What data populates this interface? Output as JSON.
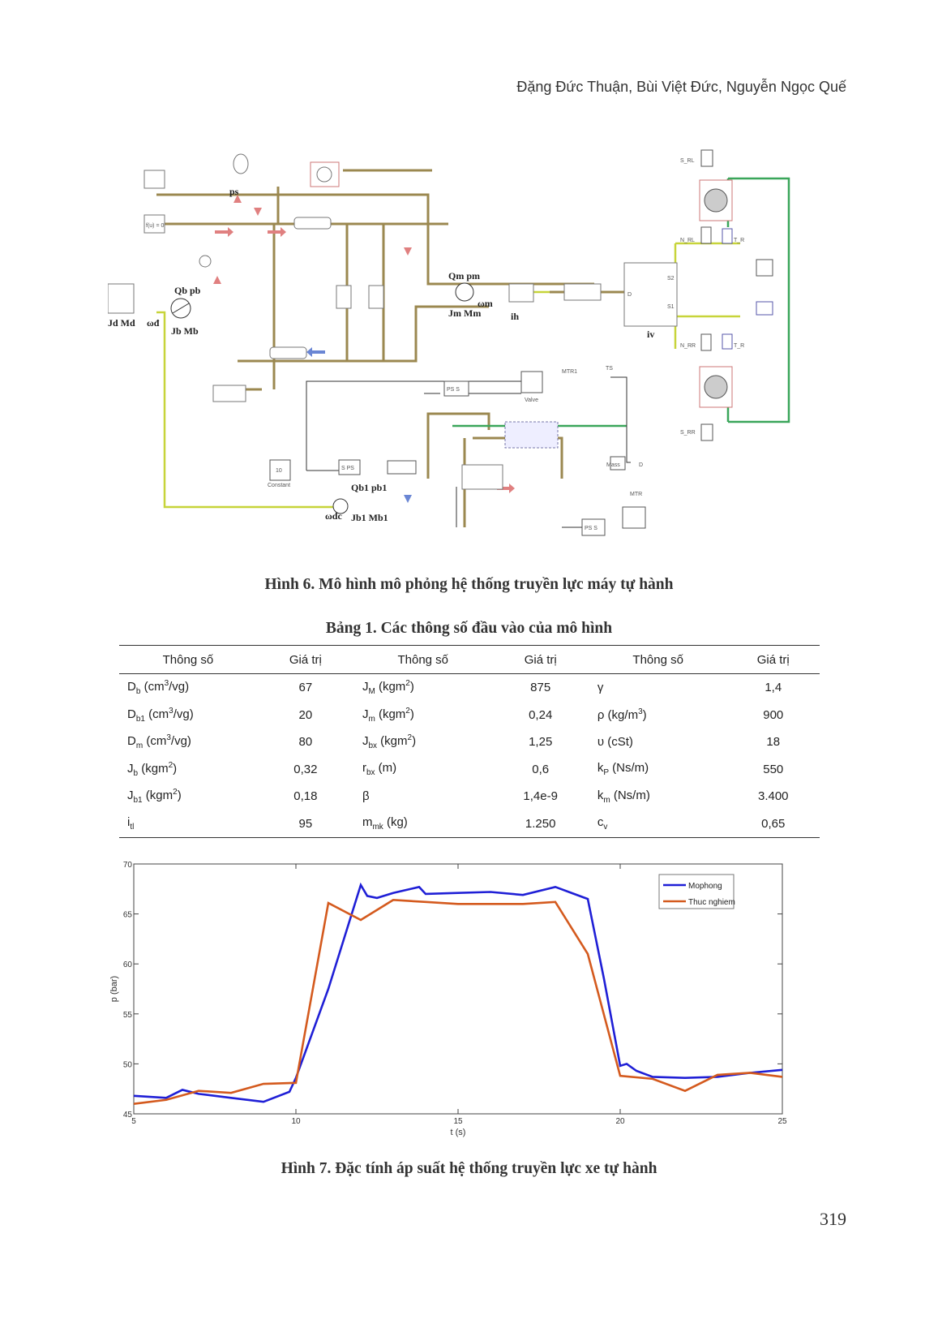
{
  "header": {
    "authors": "Đặng Đức Thuận, Bùi Việt Đức, Nguyễn Ngọc Quế"
  },
  "figure6": {
    "caption": "Hình 6. Mô hình mô phỏng hệ thống truyền lực máy tự hành",
    "labels": {
      "ps": "ps",
      "qb_pb": "Qb pb",
      "jd_md": "Jd Md",
      "omega_d": "ωđ",
      "jb_mb": "Jb Mb",
      "qm_pm": "Qm pm",
      "omega_m": "ωm",
      "jm_mm": "Jm Mm",
      "ih": "ih",
      "iv": "iv",
      "s_rl": "S_RL",
      "n_rl": "N_RL",
      "t_r1": "T_R",
      "n_rr": "N_RR",
      "t_r2": "T_R",
      "s_rr": "S_RR",
      "s2": "S2",
      "s1": "S1",
      "d_port": "D",
      "ps_s1": "PS S",
      "valve": "Valve",
      "mtr1": "MTR1",
      "ts": "TS",
      "constant_value": "10",
      "constant": "Constant",
      "s_ps": "S PS",
      "qb1_pb1": "Qb1 pb1",
      "omega_dc": "ωdc",
      "jb1_mb1": "Jb1 Mb1",
      "mass": "Mass",
      "d2": "D",
      "mtr": "MTR",
      "ps_s2": "PS S",
      "f_u": "f(u) = 0"
    }
  },
  "table": {
    "title": "Bảng 1. Các thông số đầu vào của mô hình",
    "headers": [
      "Thông số",
      "Giá trị",
      "Thông số",
      "Giá trị",
      "Thông số",
      "Giá trị"
    ],
    "rows": [
      [
        {
          "b": "D",
          "s": "b",
          "r": " (cm",
          "p": "3",
          "e": "/vg)"
        },
        "67",
        {
          "b": "J",
          "s": "M",
          "r": " (kgm",
          "p": "2",
          "e": ")"
        },
        "875",
        {
          "b": "γ",
          "s": "",
          "r": "",
          "p": "",
          "e": ""
        },
        "1,4"
      ],
      [
        {
          "b": "D",
          "s": "b1",
          "r": " (cm",
          "p": "3",
          "e": "/vg)"
        },
        "20",
        {
          "b": "J",
          "s": "m",
          "r": " (kgm",
          "p": "2",
          "e": ")"
        },
        "0,24",
        {
          "b": "ρ",
          "s": "",
          "r": " (kg/m",
          "p": "3",
          "e": ")"
        },
        "900"
      ],
      [
        {
          "b": "D",
          "s": "m",
          "r": " (cm",
          "p": "3",
          "e": "/vg)"
        },
        "80",
        {
          "b": "J",
          "s": "bx",
          "r": " (kgm",
          "p": "2",
          "e": ")"
        },
        "1,25",
        {
          "b": "υ",
          "s": "",
          "r": " (cSt)",
          "p": "",
          "e": ""
        },
        "18"
      ],
      [
        {
          "b": "J",
          "s": "b",
          "r": " (kgm",
          "p": "2",
          "e": ")"
        },
        "0,32",
        {
          "b": "r",
          "s": "bx",
          "r": " (m)",
          "p": "",
          "e": ""
        },
        "0,6",
        {
          "b": "k",
          "s": "P",
          "r": " (Ns/m)",
          "p": "",
          "e": ""
        },
        "550"
      ],
      [
        {
          "b": "J",
          "s": "b1",
          "r": " (kgm",
          "p": "2",
          "e": ")"
        },
        "0,18",
        {
          "b": "β",
          "s": "",
          "r": "",
          "p": "",
          "e": ""
        },
        "1,4e-9",
        {
          "b": "k",
          "s": "m",
          "r": " (Ns/m)",
          "p": "",
          "e": ""
        },
        "3.400"
      ],
      [
        {
          "b": "i",
          "s": "tl",
          "r": "",
          "p": "",
          "e": ""
        },
        "95",
        {
          "b": "m",
          "s": "mk",
          "r": " (kg)",
          "p": "",
          "e": ""
        },
        "1.250",
        {
          "b": "c",
          "s": "v",
          "r": "",
          "p": "",
          "e": ""
        },
        "0,65"
      ]
    ]
  },
  "figure7": {
    "caption": "Hình 7. Đặc tính áp suất hệ thống truyền lực xe tự hành"
  },
  "chart_data": {
    "type": "line",
    "title": "",
    "xlabel": "t (s)",
    "ylabel": "p (bar)",
    "xlim": [
      5,
      25
    ],
    "ylim": [
      45,
      70
    ],
    "xticks": [
      5,
      10,
      15,
      20,
      25
    ],
    "yticks": [
      45,
      50,
      55,
      60,
      65,
      70
    ],
    "legend_position": "top-right",
    "grid": false,
    "series": [
      {
        "name": "Mophong",
        "color": "#1f1fd6",
        "x": [
          5,
          6,
          6.5,
          7,
          8,
          9,
          9.8,
          10,
          11,
          12,
          12.2,
          12.5,
          13,
          13.8,
          14,
          15,
          16,
          17,
          18,
          18.5,
          19,
          19.5,
          20,
          20.2,
          20.5,
          21,
          22,
          23,
          24,
          25
        ],
        "y": [
          46.8,
          46.6,
          47.4,
          47.0,
          46.6,
          46.2,
          47.2,
          48.6,
          57.5,
          67.9,
          66.8,
          66.6,
          67.1,
          67.7,
          67.0,
          67.1,
          67.2,
          66.9,
          67.7,
          67.1,
          66.5,
          58.5,
          49.8,
          50.0,
          49.3,
          48.7,
          48.6,
          48.7,
          49.1,
          49.4
        ]
      },
      {
        "name": "Thuc nghiem",
        "color": "#d45a1e",
        "x": [
          5,
          6,
          7,
          8,
          9,
          10,
          11,
          12,
          13,
          14,
          15,
          16,
          17,
          18,
          19,
          20,
          21,
          22,
          23,
          24,
          25
        ],
        "y": [
          46.0,
          46.4,
          47.3,
          47.1,
          48.0,
          48.1,
          66.1,
          64.4,
          66.4,
          66.2,
          66.0,
          66.0,
          66.0,
          66.2,
          61.0,
          48.8,
          48.5,
          47.3,
          48.9,
          49.1,
          48.7
        ]
      }
    ]
  },
  "page_number": "319"
}
